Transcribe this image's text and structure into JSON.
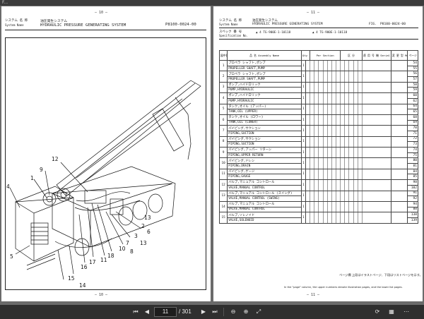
{
  "tab_title": "F...",
  "left_page": {
    "page_number_top": "— 10 —",
    "page_number_bottom": "— 10 —",
    "system_label_jp": "システム 名 称",
    "system_label_en": "System    Name",
    "system_value_jp": "油圧発生システム",
    "system_value_en": "HYDRAULIC PRESSURE GENERATING SYSTEM",
    "figure_code": "P8100-0024-00",
    "callouts": [
      "12",
      "9",
      "1",
      "4",
      "2",
      "3",
      "13",
      "14",
      "5",
      "15",
      "16",
      "17",
      "10",
      "18",
      "11",
      "7",
      "6",
      "8",
      "13"
    ]
  },
  "right_page": {
    "page_number_top": "— 11 —",
    "page_number_bottom": "— 11 —",
    "system_label_jp": "システム 名 称",
    "system_label_en": "System    Name",
    "system_value_jp": "油圧発生システム",
    "system_value_en": "HYDRAULIC PRESSURE GENERATING SYSTEM",
    "fig_label": "FIG.",
    "figure_code": "P8100-0024-00",
    "spec_label_jp": "スペック 番 号",
    "spec_label_en": "Specification No.",
    "spec_value_1": "▲ 4  TG-900E-1-10118",
    "spec_value_2": "▲ 4  TG-900E-1-10118",
    "headers": {
      "ref_no": "図中番号 Ref. No.",
      "part_name_jp": "品 名",
      "assembly": "Assembly",
      "name": "Name",
      "qty": "Qty.",
      "per_section": "Per Section",
      "kubun": "区 分",
      "serial_no": "適 用 号 機 Serial No.",
      "model": "変 更 型 Model No.",
      "page": "ページ Page"
    },
    "rows": [
      {
        "no": "1",
        "assy": "プロペラ シャフト,ポンプ",
        "name": "PROPELLER SHAFT,PUMP",
        "q": "1",
        "pages": [
          "54",
          "55"
        ]
      },
      {
        "no": "2",
        "assy": "プロペラ シャフト,ポンプ",
        "name": "PROPELLER SHAFT,PUMP",
        "q": "1",
        "pages": [
          "56",
          "57"
        ]
      },
      {
        "no": "3",
        "assy": "ポンプ,ハイドロリック",
        "name": "PUMP,HYDRAULIC",
        "q": "1",
        "pages": [
          "58",
          "59"
        ]
      },
      {
        "no": "4",
        "assy": "ポンプ,ハイドロリック",
        "name": "PUMP,HYDRAULIC",
        "q": "1",
        "pages": [
          "60",
          "62"
        ]
      },
      {
        "no": "5",
        "assy": "タンク,オイル (アッパー)",
        "name": "TANK,OIL (UPPER)",
        "q": "1",
        "pages": [
          "64",
          "65"
        ]
      },
      {
        "no": "6",
        "assy": "タンク,オイル (ロワー)",
        "name": "TANK,OIL (LOWER)",
        "q": "1",
        "pages": [
          "68",
          "69"
        ]
      },
      {
        "no": "7",
        "assy": "パイピング,サクション",
        "name": "PIPING,SUCTION",
        "q": "1",
        "pages": [
          "70",
          "71"
        ]
      },
      {
        "no": "8",
        "assy": "パイピング,サクション",
        "name": "PIPING,SUCTION",
        "q": "1",
        "pages": [
          "72",
          "73"
        ]
      },
      {
        "no": "9",
        "assy": "パイピング,アッパー リターン",
        "name": "PIPING,UPPER RETURN",
        "q": "1",
        "pages": [
          "74",
          "75"
        ]
      },
      {
        "no": "10",
        "assy": "パイピング,ドレン",
        "name": "PIPING,DRAIN",
        "q": "1",
        "pages": [
          "80",
          "81"
        ]
      },
      {
        "no": "11",
        "assy": "パイピング,ゲージ",
        "name": "PIPING,GAUGE",
        "q": "1",
        "pages": [
          "84",
          "85"
        ]
      },
      {
        "no": "12",
        "assy": "バルブ,マニュアル コントロール",
        "name": "VALVE,MANUAL CONTROL",
        "q": "1",
        "pages": [
          "98",
          "102"
        ]
      },
      {
        "no": "13",
        "assy": "バルブ,マニュアル コントロール (スイング)",
        "name": "VALVE,MANUAL CONTROL (SWING)",
        "q": "1",
        "pages": [
          "91",
          "92"
        ]
      },
      {
        "no": "14",
        "assy": "バルブ,マニュアル コントロール",
        "name": "VALVE,MANUAL CONTROL",
        "q": "1",
        "pages": [
          "94",
          "88"
        ]
      },
      {
        "no": "15",
        "assy": "バルブ,ソレノイド",
        "name": "VALVE,SOLENOID",
        "q": "1",
        "pages": [
          "138",
          "139"
        ]
      }
    ],
    "footnote_jp": "ページ欄 上段はイラストページ、下段はリストページを示す。",
    "footnote_en": "In the \"page\" column, the upper numbers denote illustration pages, and the lower list pages."
  },
  "toolbar": {
    "first_icon_label": "⏮",
    "prev_label": "◀",
    "current_page": "11",
    "total_pages": "/ 301",
    "next_label": "▶",
    "last_icon_label": "⏭",
    "zoom_out_label": "⊖",
    "zoom_in_label": "⊕",
    "fit_label": "⤢",
    "rotate_label": "⟳",
    "grid_label": "▦",
    "more_label": "⋯"
  }
}
